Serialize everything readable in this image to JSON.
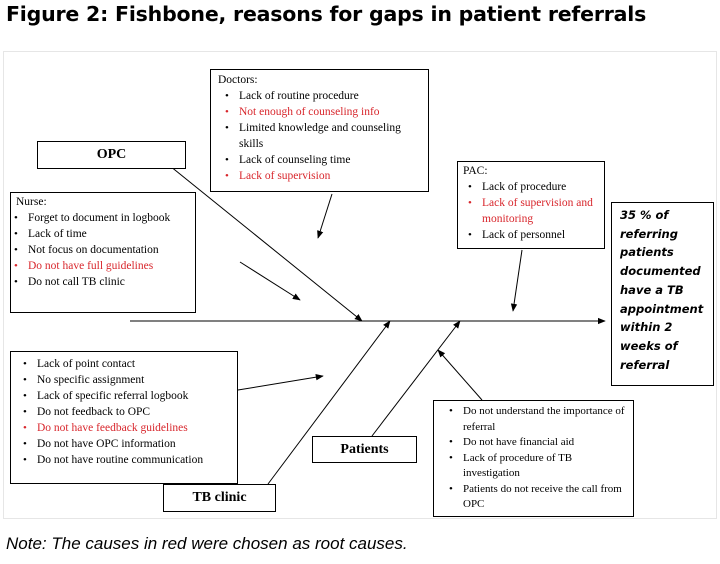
{
  "title": "Figure 2: Fishbone, reasons for gaps in patient referrals",
  "note": "Note: The causes in red were chosen as root causes.",
  "colors": {
    "root_cause": "#d8262c",
    "text": "#000000"
  },
  "categories": {
    "opc": "OPC",
    "tb_clinic": "TB clinic",
    "patients": "Patients"
  },
  "doctors": {
    "title": "Doctors:",
    "items": [
      {
        "text": "Lack of routine procedure",
        "root": false
      },
      {
        "text": "Not enough of counseling info",
        "root": true
      },
      {
        "text": "Limited knowledge and counseling skills",
        "root": false
      },
      {
        "text": "Lack of counseling time",
        "root": false
      },
      {
        "text": "Lack of supervision",
        "root": true
      }
    ]
  },
  "nurse": {
    "title": "Nurse:",
    "items": [
      {
        "text": "Forget to document in logbook",
        "root": false
      },
      {
        "text": "Lack of time",
        "root": false
      },
      {
        "text": "Not focus on documentation",
        "root": false
      },
      {
        "text": "Do not have full guidelines",
        "root": true
      },
      {
        "text": "Do not call TB clinic",
        "root": false
      }
    ]
  },
  "pac": {
    "title": "PAC:",
    "items": [
      {
        "text": "Lack of procedure",
        "root": false
      },
      {
        "text": "Lack of supervision and monitoring",
        "root": true
      },
      {
        "text": "Lack of personnel",
        "root": false
      }
    ]
  },
  "tb_clinic_causes": {
    "items": [
      {
        "text": "Lack of point contact",
        "root": false
      },
      {
        "text": "No specific assignment",
        "root": false
      },
      {
        "text": "Lack of specific referral logbook",
        "root": false
      },
      {
        "text": "Do not feedback to OPC",
        "root": false
      },
      {
        "text": "Do not have feedback guidelines",
        "root": true
      },
      {
        "text": "Do not have OPC information",
        "root": false
      },
      {
        "text": "Do not have routine communication",
        "root": false
      }
    ]
  },
  "patients_causes": {
    "items": [
      {
        "text": "Do not understand the importance of referral",
        "root": false
      },
      {
        "text": "Do not have financial aid",
        "root": false
      },
      {
        "text": "Lack of procedure of TB investigation",
        "root": false
      },
      {
        "text": "Patients do not receive the call from OPC",
        "root": false
      }
    ]
  },
  "result": {
    "lines": [
      "35 % of",
      "referring",
      "patients",
      "documented",
      "have a TB",
      "appointment",
      "within 2",
      "weeks of",
      "referral"
    ]
  }
}
